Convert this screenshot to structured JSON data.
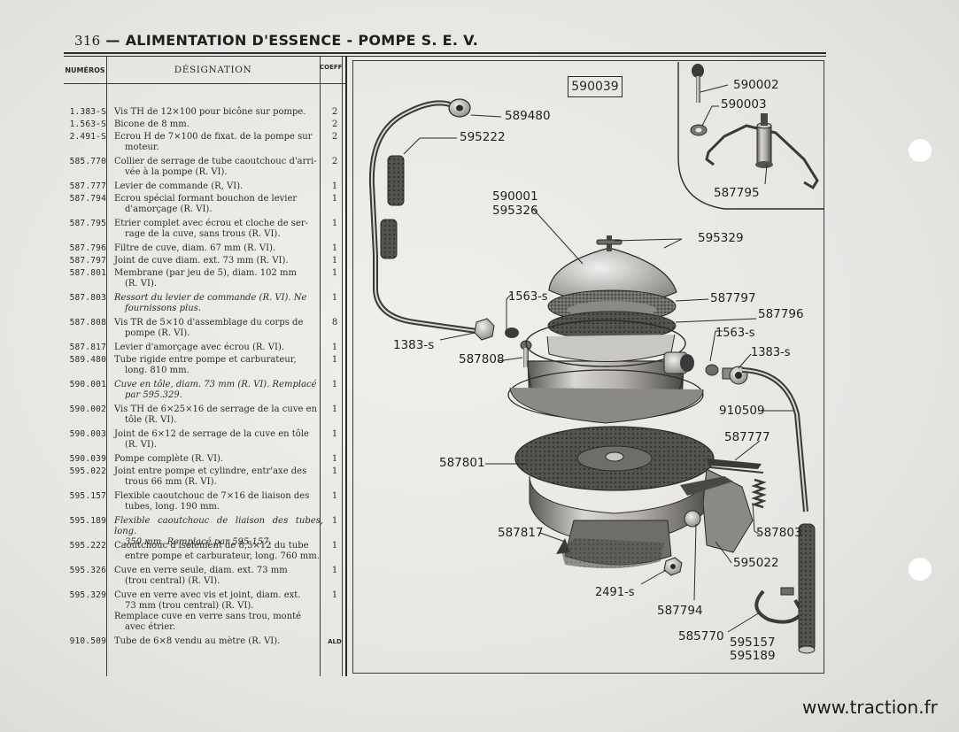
{
  "header": {
    "page_number": "316",
    "dash": "—",
    "title": "ALIMENTATION D'ESSENCE - POMPE S. E. V."
  },
  "table": {
    "col_numbers": "NUMÉROS",
    "col_designation": "DÉSIGNATION",
    "col_coeff": "COEFF",
    "rows": [
      {
        "num": "1.383-S",
        "desc": "Vis TH de 12×100 pour bicône sur pompe.",
        "desc2": "",
        "coeff": "2",
        "italic": false
      },
      {
        "num": "1.563-S",
        "desc": "Bicone de 8 mm.",
        "desc2": "",
        "coeff": "2",
        "italic": false
      },
      {
        "num": "2.491-S",
        "desc": "Ecrou H de 7×100 de fixat. de la pompe sur",
        "desc2": "moteur.",
        "coeff": "2",
        "italic": false
      },
      {
        "num": "585.770",
        "desc": "Collier de serrage de tube caoutchouc d'arri-",
        "desc2": "vée à la pompe (R. VI).",
        "coeff": "2",
        "italic": false
      },
      {
        "num": "587.777",
        "desc": "Levier de commande (R, VI).",
        "desc2": "",
        "coeff": "1",
        "italic": false
      },
      {
        "num": "587.794",
        "desc": "Ecrou spécial formant bouchon de levier",
        "desc2": "d'amorçage (R. VI).",
        "coeff": "1",
        "italic": false
      },
      {
        "num": "587.795",
        "desc": "Etrier complet avec écrou et cloche de ser-",
        "desc2": "rage de la cuve, sans trous (R. VI).",
        "coeff": "1",
        "italic": false
      },
      {
        "num": "587.796",
        "desc": "Filtre de cuve, diam. 67 mm (R. VI).",
        "desc2": "",
        "coeff": "1",
        "italic": false
      },
      {
        "num": "587.797",
        "desc": "Joint de cuve diam. ext. 73 mm (R. VI).",
        "desc2": "",
        "coeff": "1",
        "italic": false
      },
      {
        "num": "587.801",
        "desc": "Membrane (par jeu de 5), diam. 102 mm",
        "desc2": "(R. VI).",
        "coeff": "1",
        "italic": false
      },
      {
        "num": "587.803",
        "desc": "Ressort du levier de commande (R. VI). Ne",
        "desc2": "fournissons plus.",
        "coeff": "1",
        "italic": true
      },
      {
        "num": "587.808",
        "desc": "Vis TR de 5×10 d'assemblage du corps de",
        "desc2": "pompe (R. VI).",
        "coeff": "8",
        "italic": false
      },
      {
        "num": "587.817",
        "desc": "Levier d'amorçage avec écrou (R. VI).",
        "desc2": "",
        "coeff": "1",
        "italic": false
      },
      {
        "num": "589.480",
        "desc": "Tube rigide entre pompe et carburateur,",
        "desc2": "long. 810 mm.",
        "coeff": "1",
        "italic": false
      },
      {
        "num": "590.001",
        "desc": "Cuve en tôle, diam. 73 mm (R. VI). Remplacé",
        "desc2": "par 595.329.",
        "coeff": "1",
        "italic": true
      },
      {
        "num": "590.002",
        "desc": "Vis TH de 6×25×16 de serrage de la cuve en",
        "desc2": "tôle (R. VI).",
        "coeff": "1",
        "italic": false
      },
      {
        "num": "590.003",
        "desc": "Joint de 6×12 de serrage de la cuve en tôle",
        "desc2": "(R. VI).",
        "coeff": "1",
        "italic": false
      },
      {
        "num": "590.039",
        "desc": "Pompe complète (R. VI).",
        "desc2": "",
        "coeff": "1",
        "italic": false
      },
      {
        "num": "595.022",
        "desc": "Joint entre pompe et cylindre, entr'axe des",
        "desc2": "trous 66 mm (R. VI).",
        "coeff": "1",
        "italic": false
      },
      {
        "num": "595.157",
        "desc": "Flexible caoutchouc de 7×16 de liaison des",
        "desc2": "tubes, long. 190 mm.",
        "coeff": "1",
        "italic": false
      },
      {
        "num": "595.189",
        "desc": "Flexible caoutchouc de liaison des tubes, long.",
        "desc2": "350 mm. Remplacé par 595.157.",
        "coeff": "1",
        "italic": true
      },
      {
        "num": "595.222",
        "desc": "Caoutchouc d'isolement de 8,5×12 du tube",
        "desc2": "entre pompe et carburateur, long. 760 mm.",
        "coeff": "1",
        "italic": false
      },
      {
        "num": "595.326",
        "desc": "Cuve en verre seule, diam. ext. 73 mm",
        "desc2": "(trou central) (R. VI).",
        "coeff": "1",
        "italic": false
      },
      {
        "num": "595.329",
        "desc": "Cuve en verre avec vis et joint, diam. ext.",
        "desc2": "73 mm (trou central) (R. VI).",
        "desc3": "Remplace cuve en verre sans trou, monté",
        "desc4": "avec étrier.",
        "coeff": "1",
        "italic": false
      },
      {
        "num": "910.509",
        "desc": "Tube de 6×8 vendu au mètre (R. VI).",
        "desc2": "",
        "coeff": "ALD",
        "italic": false
      }
    ]
  },
  "diagram": {
    "box_label": "590039",
    "callouts": {
      "c590002": "590002",
      "c590003": "590003",
      "c587795": "587795",
      "c589480": "589480",
      "c595222": "595222",
      "c590001": "590001",
      "c595326": "595326",
      "c595329": "595329",
      "c1563a": "1563-s",
      "c587797": "587797",
      "c587796": "587796",
      "c1383a": "1383-s",
      "c587808": "587808",
      "c1563b": "1563-s",
      "c1383b": "1383-s",
      "c910509": "910509",
      "c587777": "587777",
      "c587801": "587801",
      "c587817": "587817",
      "c587803": "587803",
      "c595022": "595022",
      "c2491": "2491-s",
      "c587794": "587794",
      "c585770": "585770",
      "c595157": "595157",
      "c595189": "595189"
    }
  },
  "footer": {
    "website": "www.traction.fr"
  }
}
